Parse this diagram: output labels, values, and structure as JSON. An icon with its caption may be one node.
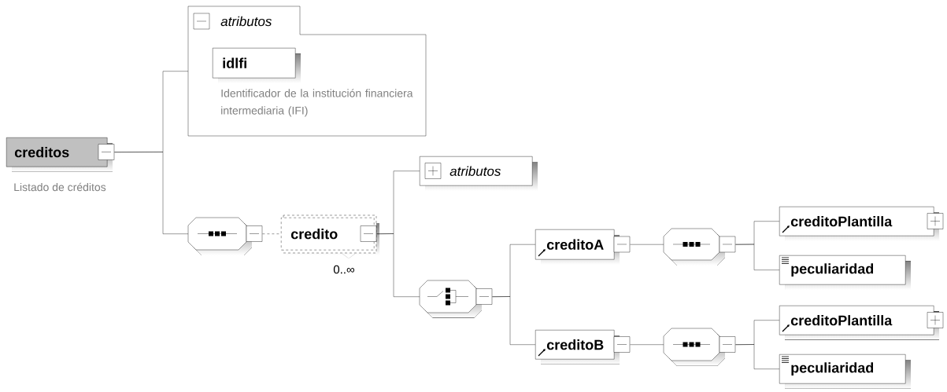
{
  "diagram": {
    "nodes": [
      {
        "text": [
          "creditos"
        ],
        "beside": [
          "Listado de créditos"
        ]
      },
      {
        "text": [
          "atributos"
        ]
      },
      {
        "text": [
          "idlfi"
        ],
        "in": 1,
        "beside": [
          "Identificador de la institución financiera intermediaria (IFI)"
        ]
      },
      {
        "text": [],
        "shape": "octagon"
      },
      {
        "text": [
          "credito"
        ],
        "beside": [
          "0..∞"
        ]
      },
      {
        "text": [
          "atributos"
        ]
      },
      {
        "text": [],
        "shape": "octagon"
      },
      {
        "text": [
          "creditoA"
        ]
      },
      {
        "text": [],
        "shape": "octagon"
      },
      {
        "text": [
          "creditoPlantilla"
        ]
      },
      {
        "text": [
          "peculiaridad"
        ]
      },
      {
        "text": [
          "creditoB"
        ]
      },
      {
        "text": [],
        "shape": "octagon"
      },
      {
        "text": [
          "creditoPlantilla"
        ]
      },
      {
        "text": [
          "peculiaridad"
        ]
      }
    ],
    "edges": [
      {
        "from": 0,
        "to": 1,
        "arrow": "none"
      },
      {
        "from": 0,
        "to": 3,
        "arrow": "none"
      },
      {
        "from": 3,
        "to": 4,
        "arrow": "none",
        "style": "dashed"
      },
      {
        "from": 4,
        "to": 5,
        "arrow": "none"
      },
      {
        "from": 4,
        "to": 6,
        "arrow": "none"
      },
      {
        "from": 6,
        "to": 7,
        "arrow": "none"
      },
      {
        "from": 6,
        "to": 11,
        "arrow": "none"
      },
      {
        "from": 7,
        "to": 8,
        "arrow": "none"
      },
      {
        "from": 8,
        "to": 9,
        "arrow": "none"
      },
      {
        "from": 8,
        "to": 10,
        "arrow": "none"
      },
      {
        "from": 11,
        "to": 12,
        "arrow": "none"
      },
      {
        "from": 12,
        "to": 13,
        "arrow": "none"
      },
      {
        "from": 12,
        "to": 14,
        "arrow": "none"
      }
    ]
  }
}
